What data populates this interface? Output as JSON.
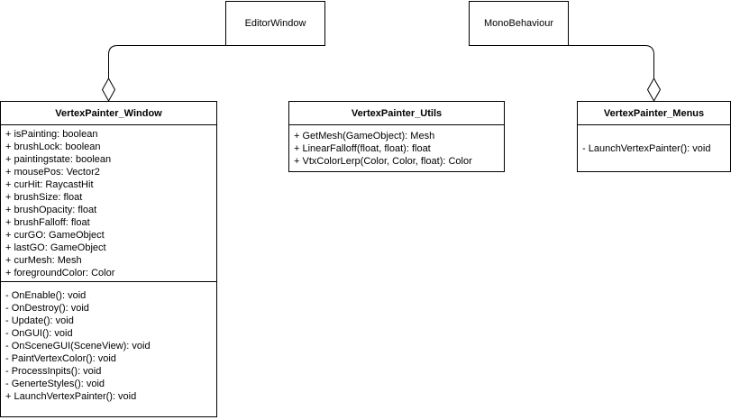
{
  "superclasses": {
    "editor_window": "EditorWindow",
    "mono_behaviour": "MonoBehaviour"
  },
  "classes": {
    "window": {
      "name": "VertexPainter_Window",
      "attributes": [
        "+ isPainting: boolean",
        "+ brushLock: boolean",
        "+ paintingstate: boolean",
        "+ mousePos: Vector2",
        "+ curHit: RaycastHit",
        "+ brushSize: float",
        "+ brushOpacity: float",
        "+ brushFalloff: float",
        "+ curGO: GameObject",
        "+ lastGO: GameObject",
        "+ curMesh: Mesh",
        "+ foregroundColor: Color"
      ],
      "operations": [
        "- OnEnable(): void",
        "- OnDestroy(): void",
        "- Update(): void",
        "- OnGUI(): void",
        "- OnSceneGUI(SceneView): void",
        "- PaintVertexColor(): void",
        "- ProcessInpits(): void",
        "- GenerteStyles(): void",
        "+ LaunchVertexPainter(): void"
      ]
    },
    "utils": {
      "name": "VertexPainter_Utils",
      "operations": [
        "+ GetMesh(GameObject): Mesh",
        "+ LinearFalloff(float, float): float",
        "+ VtxColorLerp(Color, Color, float): Color"
      ]
    },
    "menus": {
      "name": "VertexPainter_Menus",
      "operations": [
        "- LaunchVertexPainter(): void"
      ]
    }
  }
}
